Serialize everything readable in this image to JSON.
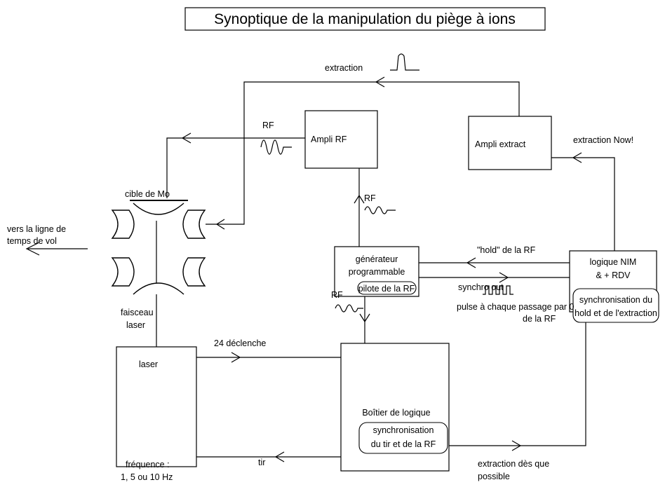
{
  "title": "Synoptique de la manipulation du piège à ions",
  "boxes": {
    "ampli_rf": "Ampli RF",
    "ampli_extract": "Ampli extract",
    "generateur_line1": "générateur",
    "generateur_line2": "programmable",
    "generateur_line3": "pilote de la RF",
    "logique_line1": "logique NIM",
    "logique_line2": "& + RDV",
    "logique_sub1": "synchronisation du",
    "logique_sub2": "hold et de l'extraction",
    "laser": "laser",
    "boitier_line1": "Boîtier de logique",
    "boitier_sub1": "synchronisation",
    "boitier_sub2": "du tir et de la  RF"
  },
  "labels": {
    "extraction": "extraction",
    "rf_top": "RF",
    "rf_mid": "RF",
    "rf_low": "RF",
    "extraction_now": "extraction Now!",
    "cible": "cible de Mo",
    "vers_ligne_1": "vers la ligne de",
    "vers_ligne_2": "temps de vol",
    "hold": "\"hold\" de la RF",
    "synchro_out": "synchro out",
    "pulse_1": "pulse à chaque passage par 0",
    "pulse_2": "de la RF",
    "faisceau_1": "faisceau",
    "faisceau_2": "laser",
    "declenche": "24 déclenche",
    "tir": "tir",
    "frequence_1": "fréquence :",
    "frequence_2": "1, 5 ou 10 Hz",
    "extraction_des_1": "extraction dès que",
    "extraction_des_2": "possible"
  }
}
